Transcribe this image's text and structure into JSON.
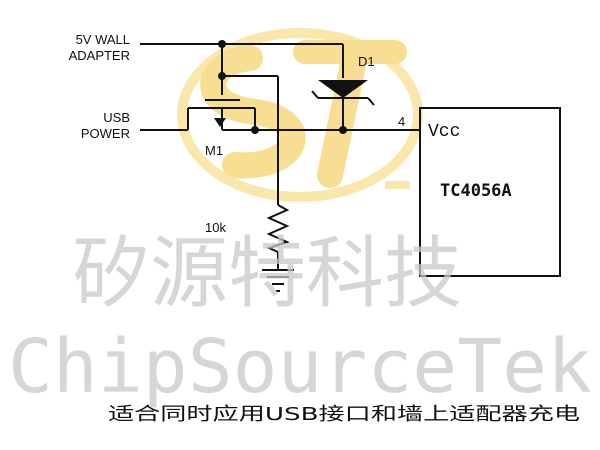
{
  "circuit": {
    "label_5v_line1": "5V WALL",
    "label_5v_line2": "ADAPTER",
    "label_usb_line1": "USB",
    "label_usb_line2": "POWER",
    "label_diode": "D1",
    "label_mosfet": "M1",
    "label_resistor": "10k",
    "label_pin": "4",
    "label_vcc": "Vcc",
    "label_chip": "TC4056A"
  },
  "watermark": {
    "chinese": "矽源特科技",
    "english": "ChipSourceTek",
    "logo_text": "ST",
    "logo_color": "#f3c43a"
  },
  "caption": "适合同时应用USB接口和墙上适配器充电"
}
